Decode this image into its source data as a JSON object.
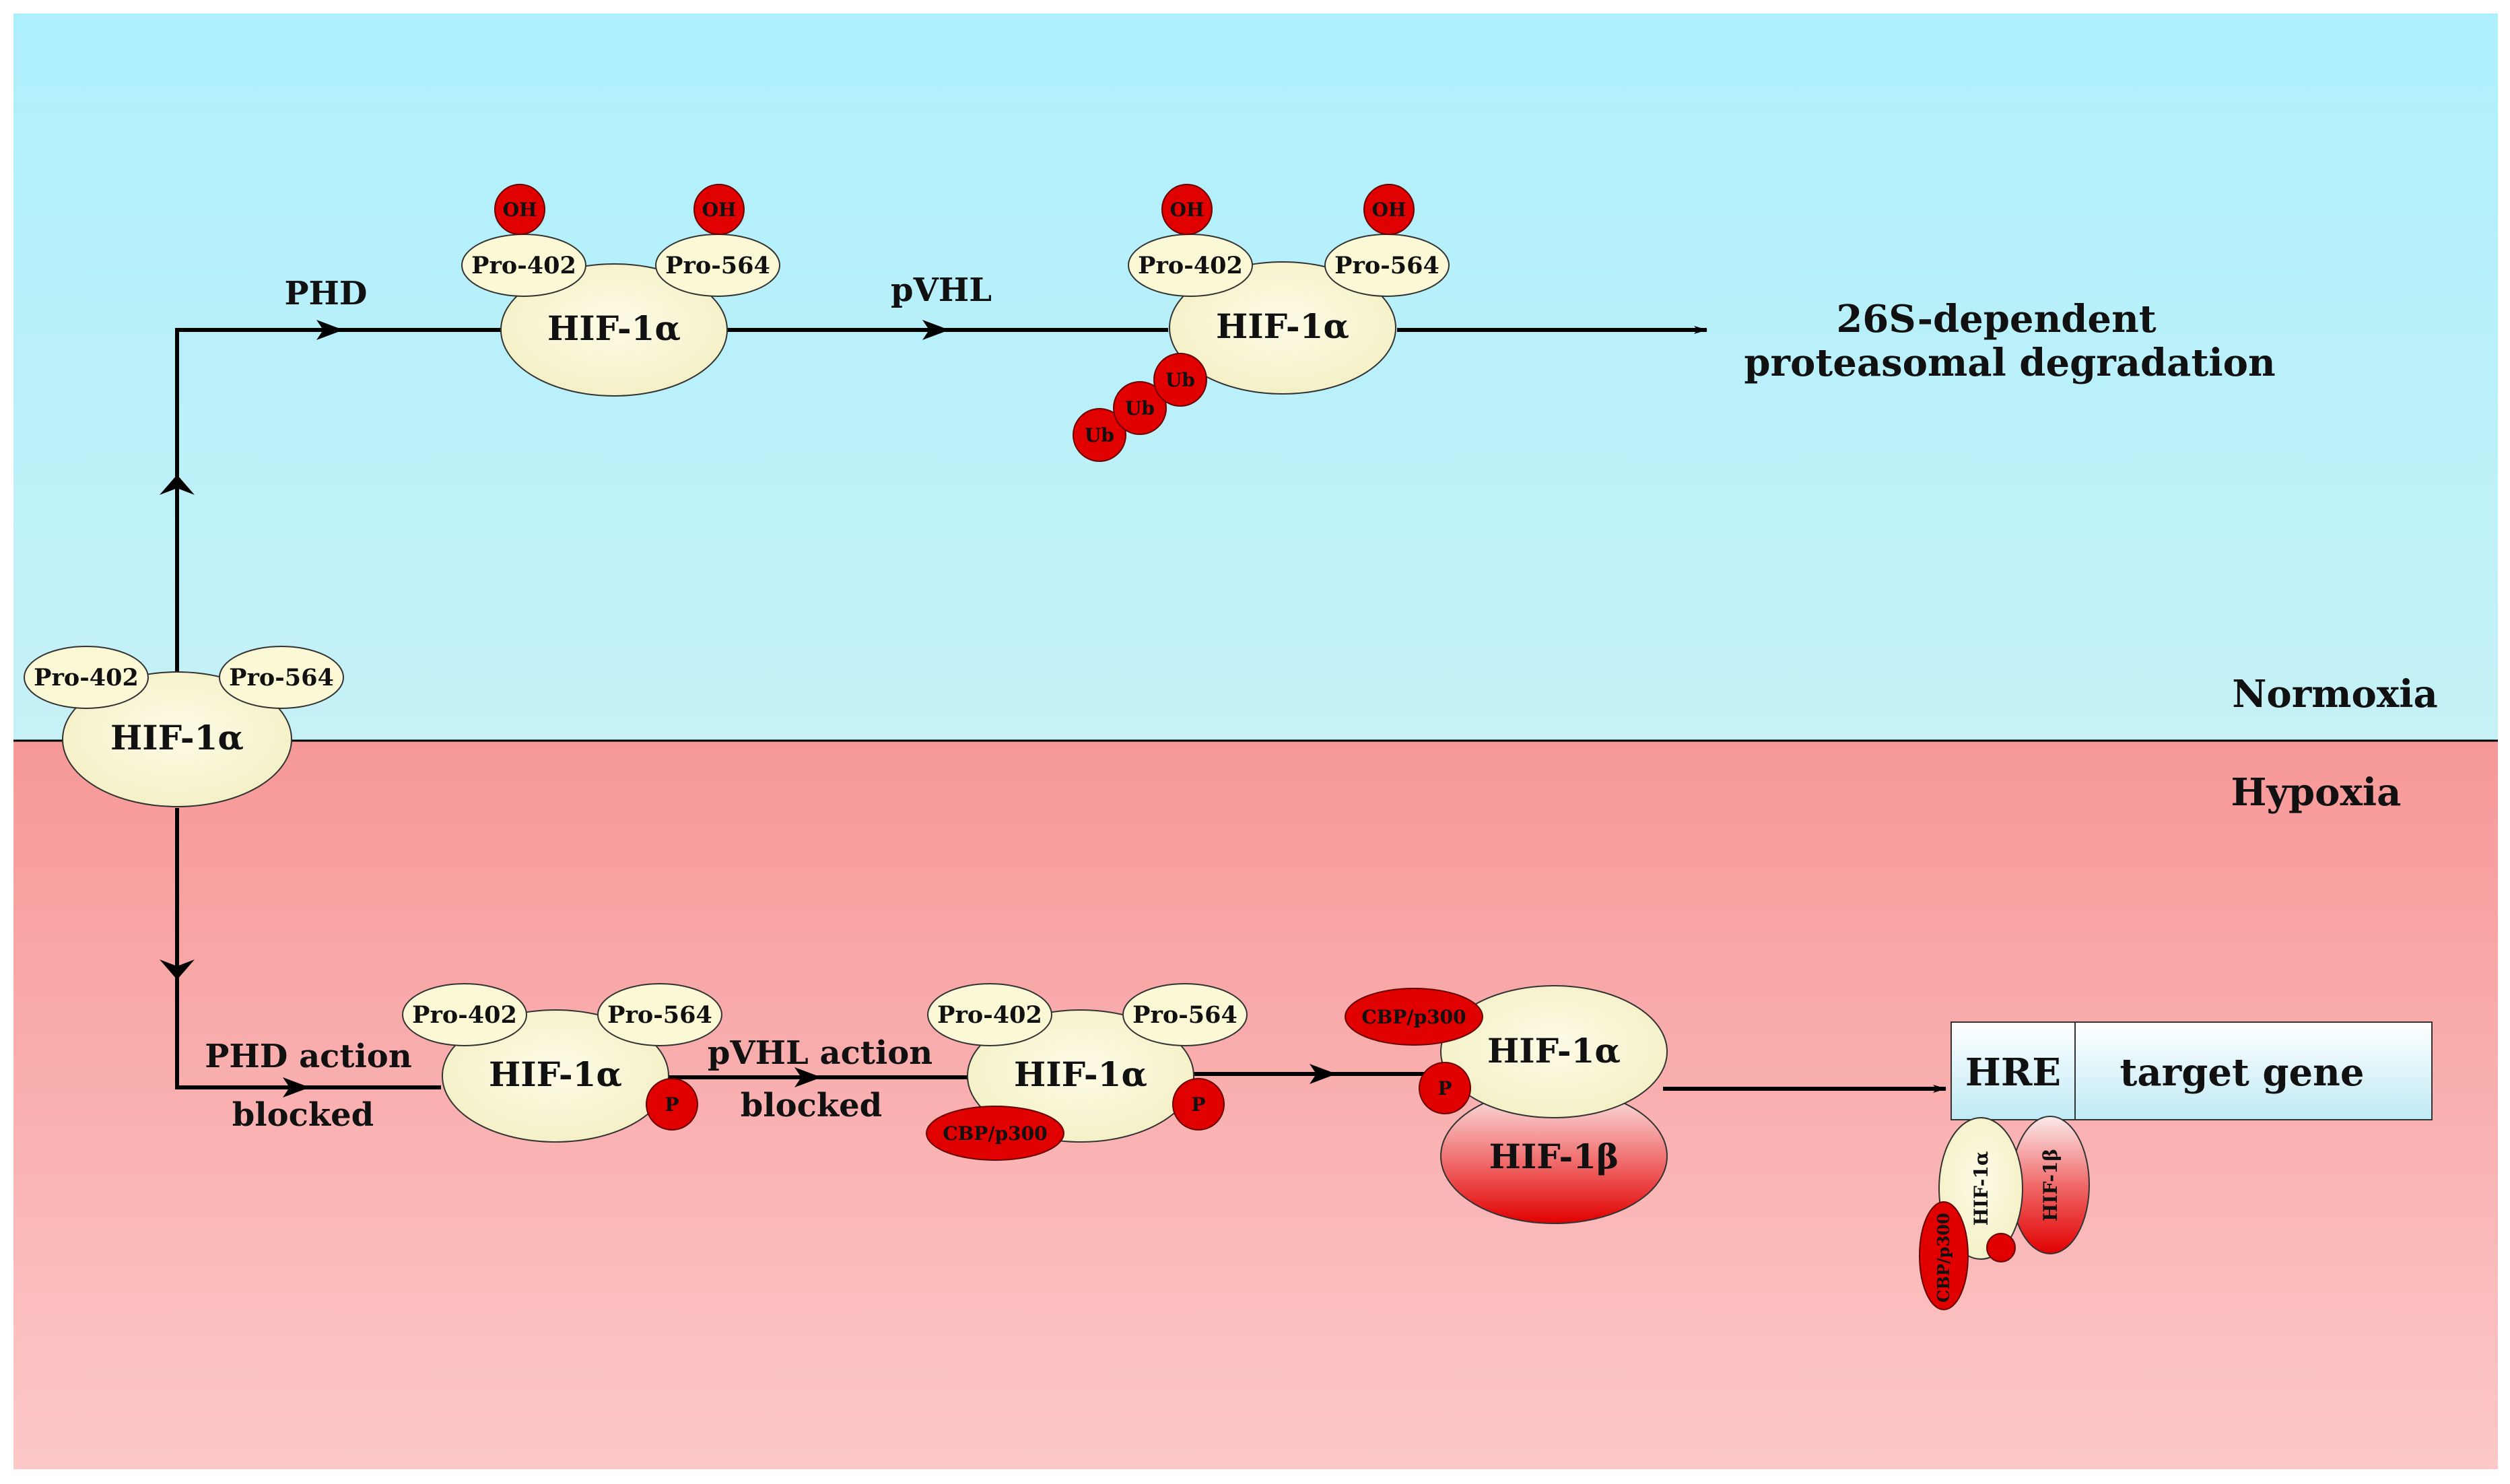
{
  "zones": {
    "normoxia": "Normoxia",
    "hypoxia": "Hypoxia"
  },
  "proteins": {
    "hif1a": "HIF-1α",
    "hif1b": "HIF-1β",
    "pro402": "Pro-402",
    "pro564": "Pro-564",
    "oh": "OH",
    "ub": "Ub",
    "p": "P",
    "cbp": "CBP/p300"
  },
  "steps": {
    "phd": "PHD",
    "pvhl": "pVHL",
    "phd_blocked_line1": "PHD action",
    "phd_blocked_line2": "blocked",
    "pvhl_blocked_line1": "pVHL action",
    "pvhl_blocked_line2": "blocked"
  },
  "outcome": {
    "line1": "26S-dependent",
    "line2": "proteasomal degradation"
  },
  "gene": {
    "hre": "HRE",
    "target": "target gene"
  },
  "colors": {
    "normoxia_bg": "#b4f2fb",
    "hypoxia_bg": "#fba4a4",
    "protein_fill": "#fbf8d6",
    "modification_red": "#e00000",
    "gene_box": "#d8f4fa"
  }
}
